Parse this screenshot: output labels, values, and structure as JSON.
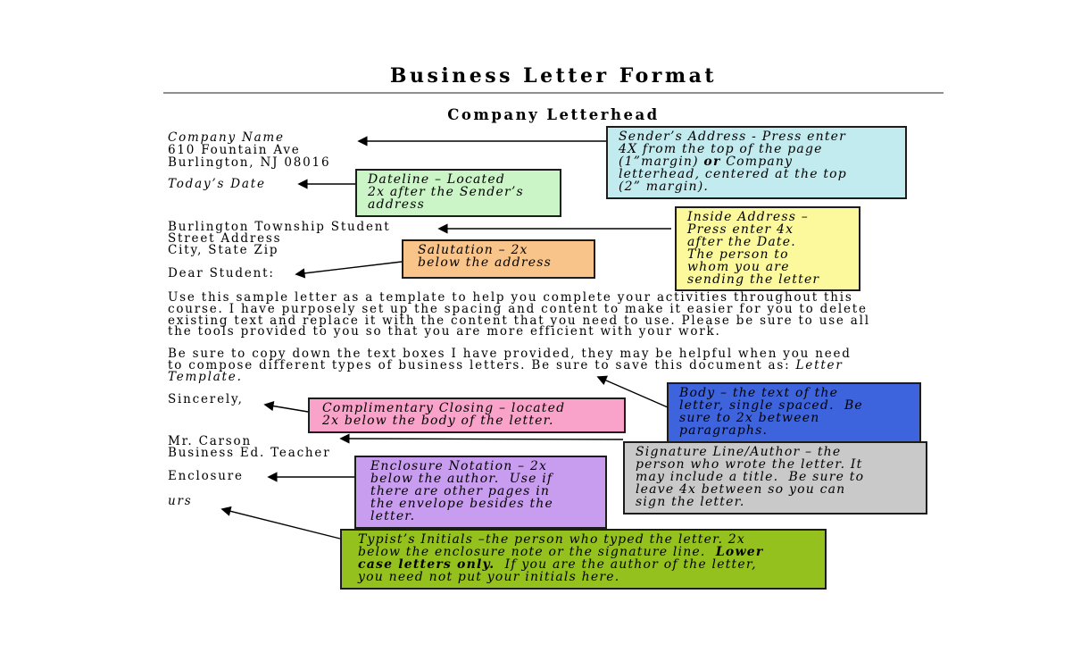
{
  "page": {
    "title": "Business Letter Format",
    "letterhead_heading": "Company Letterhead",
    "colors": {
      "background": "#ffffff",
      "text": "#000000",
      "divider": "#8f8f8f",
      "arrow": "#000000"
    }
  },
  "letter": {
    "sender_company": "Company Name",
    "sender_address_line1": "610 Fountain Ave",
    "sender_address_line2": "Burlington, NJ 08016",
    "dateline": "Today’s Date",
    "inside_address": [
      "Burlington Township Student",
      "Street Address",
      "City, State Zip"
    ],
    "salutation": "Dear Student:",
    "paragraph1_lines": [
      "Use this sample letter as a template to help you complete your activities throughout this",
      "course.  I have purposely set up the spacing and content to make it easier for you to delete",
      "existing text and replace it with the content that you need to use.  Please be sure to use all",
      "the tools provided to you so that you are more efficient with your work."
    ],
    "paragraph2_lines": [
      [
        {
          "t": "Be sure to copy down the text boxes I have provided, they may be helpful when you need"
        }
      ],
      [
        {
          "t": "to compose different types of business letters.  Be sure to save this document as:  "
        },
        {
          "t": "Letter",
          "i": true
        }
      ],
      [
        {
          "t": "Template.",
          "i": true
        }
      ]
    ],
    "closing": "Sincerely,",
    "signature_name": "Mr. Carson",
    "signature_title": "Business Ed. Teacher",
    "enclosure_notation": "Enclosure",
    "typist_initials": "urs"
  },
  "callouts": [
    {
      "id": "senders-address",
      "color": "#c2ebf0",
      "segments": [
        {
          "t": "Sender’s Address - Press enter\n4X from the top of the page\n(1”margin) "
        },
        {
          "t": "or",
          "b": true
        },
        {
          "t": " Company\nletterhead, centered at the top\n(2” margin)."
        }
      ]
    },
    {
      "id": "dateline",
      "color": "#cbf5c7",
      "segments": [
        {
          "t": "Dateline – Located\n2x after the Sender’s\naddress"
        }
      ]
    },
    {
      "id": "inside-address",
      "color": "#fbf99c",
      "segments": [
        {
          "t": "Inside Address –\nPress enter 4x\nafter the Date.\nThe person to\nwhom you are\nsending the letter"
        }
      ]
    },
    {
      "id": "salutation",
      "color": "#f8c489",
      "segments": [
        {
          "t": "Salutation – 2x\nbelow the address"
        }
      ]
    },
    {
      "id": "body",
      "color": "#3d63dd",
      "segments": [
        {
          "t": "Body – the text of the\nletter, single spaced.  Be\nsure to 2x between\nparagraphs."
        }
      ]
    },
    {
      "id": "complimentary-closing",
      "color": "#f9a2ca",
      "segments": [
        {
          "t": "Complimentary Closing – located\n2x below the body of the letter."
        }
      ]
    },
    {
      "id": "signature-line",
      "color": "#c9c9c9",
      "segments": [
        {
          "t": "Signature Line/Author – the\nperson who wrote the letter. It\nmay include a title.  Be sure to\nleave 4x between so you can\nsign the letter."
        }
      ]
    },
    {
      "id": "enclosure-notation",
      "color": "#c89cee",
      "segments": [
        {
          "t": "Enclosure Notation – 2x\nbelow the author.  Use if\nthere are other pages in\nthe envelope besides the\nletter."
        }
      ]
    },
    {
      "id": "typists-initials",
      "color": "#94c11e",
      "segments": [
        {
          "t": "Typist’s Initials –the person who typed the letter. 2x\nbelow the enclosure note or the signature line.  "
        },
        {
          "t": "Lower\ncase letters only.",
          "b": true
        },
        {
          "t": "  If you are the author of the letter,\nyou need not put your initials here."
        }
      ]
    }
  ]
}
